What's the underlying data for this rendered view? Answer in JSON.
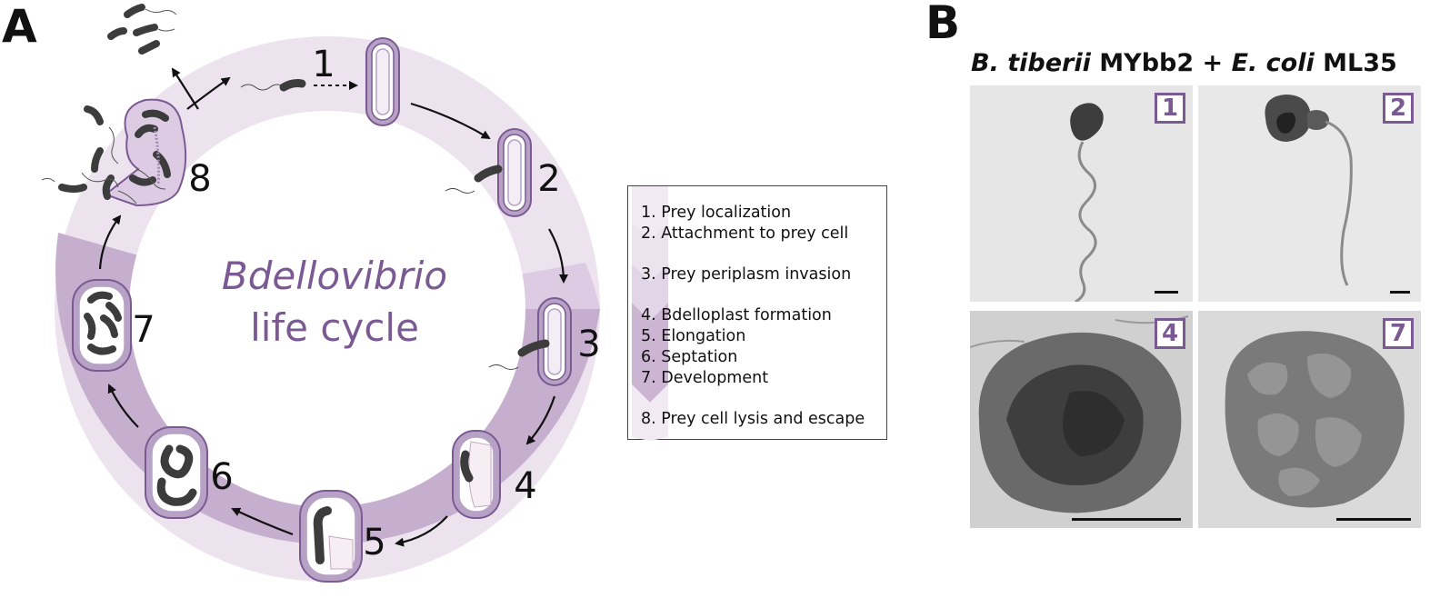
{
  "panel_a": {
    "letter": "A",
    "center_title_line1": "Bdellovibrio",
    "center_title_line2": "life cycle",
    "stage_numbers": [
      "1",
      "2",
      "3",
      "4",
      "5",
      "6",
      "7",
      "8"
    ]
  },
  "legend": {
    "items": [
      "1.  Prey localization",
      "2.  Attachment to prey cell",
      "3.  Prey periplasm invasion",
      "4.  Bdelloplast formation",
      "5.  Elongation",
      "6.  Septation",
      "7.  Development",
      "8.  Prey cell lysis and escape"
    ]
  },
  "panel_b": {
    "letter": "B",
    "title_part1_italic": "B. tiberii",
    "title_part2": " MYbb2 + ",
    "title_part3_italic": "E. coli",
    "title_part4": " ML35",
    "micrograph_labels": [
      "1",
      "2",
      "4",
      "7"
    ]
  },
  "colors": {
    "ring_light": "#ece3ef",
    "ring_dark": "#c6afce",
    "accent_purple": "#7b5a93",
    "cell_fill": "#b7a2c6",
    "bacterium": "#3c3c3c"
  }
}
